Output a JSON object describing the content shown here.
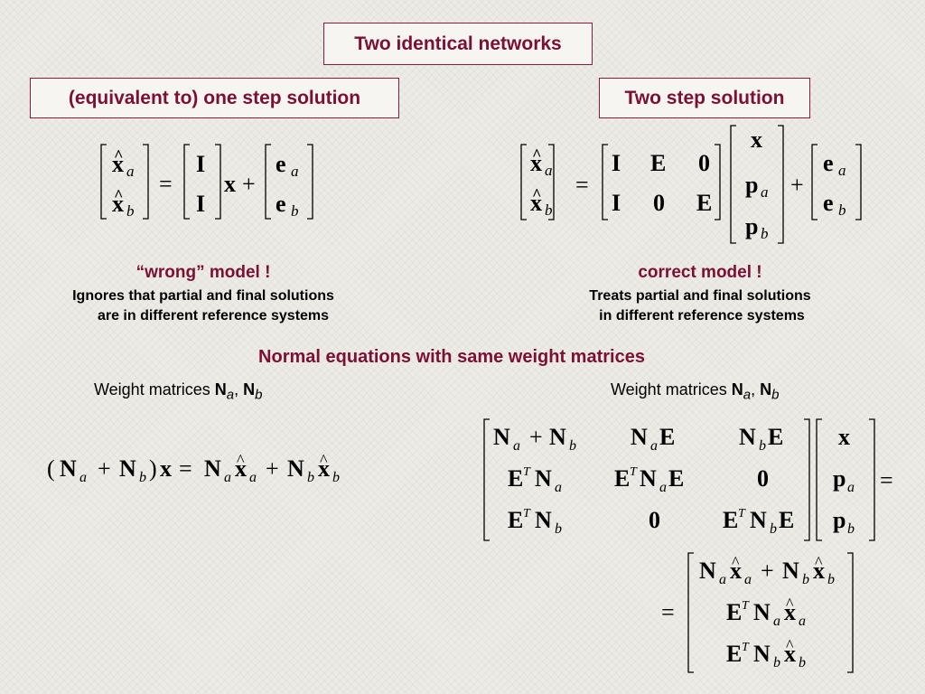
{
  "title": "Two identical networks",
  "left": {
    "heading": "(equivalent to) one step solution",
    "model_label": "“wrong” model !",
    "desc_line1": "Ignores that partial and final solutions",
    "desc_line2": "are in different reference systems",
    "weight_prefix": "Weight matrices ",
    "weight_a": "N",
    "weight_a_sub": "a",
    "weight_sep": ", ",
    "weight_b": "N",
    "weight_b_sub": "b"
  },
  "right": {
    "heading": "Two step solution",
    "model_label": "correct model !",
    "desc_line1": "Treats partial and final solutions",
    "desc_line2": "in different reference systems",
    "weight_prefix": "Weight matrices ",
    "weight_a": "N",
    "weight_a_sub": "a",
    "weight_sep": ", ",
    "weight_b": "N",
    "weight_b_sub": "b"
  },
  "normal_equations_heading": "Normal equations with same weight matrices",
  "colors": {
    "accent": "#7b0f34",
    "border": "#8b1a3c",
    "background": "#ecebe6"
  }
}
